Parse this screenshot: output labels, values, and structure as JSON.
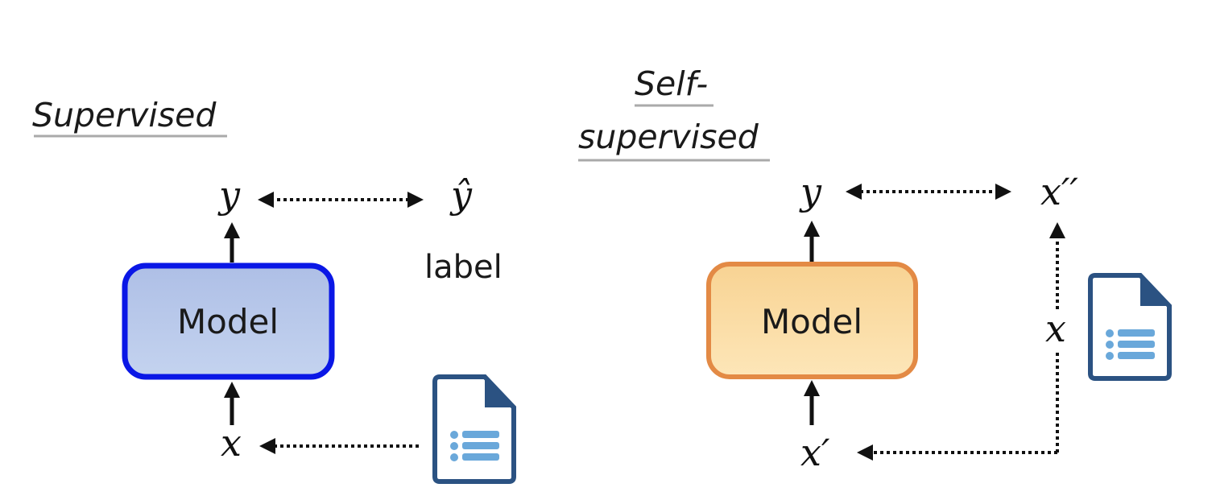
{
  "supervised": {
    "title": "Supervised",
    "model_label": "Model",
    "output_var": "y",
    "target_var": "ŷ",
    "target_caption": "label",
    "input_var": "x",
    "document_icon": "document-list-icon",
    "box_fill": "#b3c7ec",
    "box_border": "#0a17e6"
  },
  "self_supervised": {
    "title_line1": "Self-",
    "title_line2": "supervised",
    "model_label": "Model",
    "output_var": "y",
    "target_var": "x′′",
    "doc_var": "x",
    "input_var": "x′",
    "document_icon": "document-list-icon",
    "box_fill": "#fbdca2",
    "box_border": "#e38a45"
  },
  "colors": {
    "icon_dark": "#2b5282",
    "icon_light": "#6aa8da",
    "underline": "#aaaaaa"
  }
}
